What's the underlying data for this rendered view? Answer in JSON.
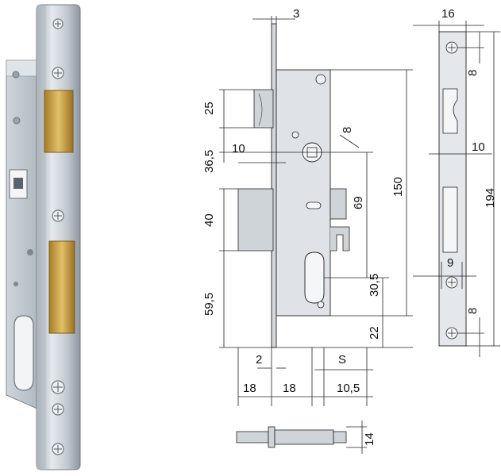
{
  "diagram": {
    "labels": {
      "faceplate_thickness": "3",
      "faceplate_width": "16",
      "screw_offset_top": "8",
      "screw_offset_bottom": "8",
      "latch_height": "25",
      "handle_offset": "36,5",
      "handle_backset": "10",
      "spindle_size": "8",
      "faceplate_inset": "10",
      "case_height": "150",
      "faceplate_height": "194",
      "deadbolt_height": "40",
      "center_distance": "69",
      "cylinder_width": "9",
      "cylinder_offset": "30,5",
      "bottom_offset": "59,5",
      "bottom_case": "22",
      "face_gap": "2",
      "backset_symbol": "S",
      "backset_left": "18",
      "backset_mid": "18",
      "backset_right": "10,5",
      "bolt_thickness": "14"
    },
    "colors": {
      "steel": "#c9cfd6",
      "brass": "#c9a24a",
      "line": "#222222"
    }
  }
}
